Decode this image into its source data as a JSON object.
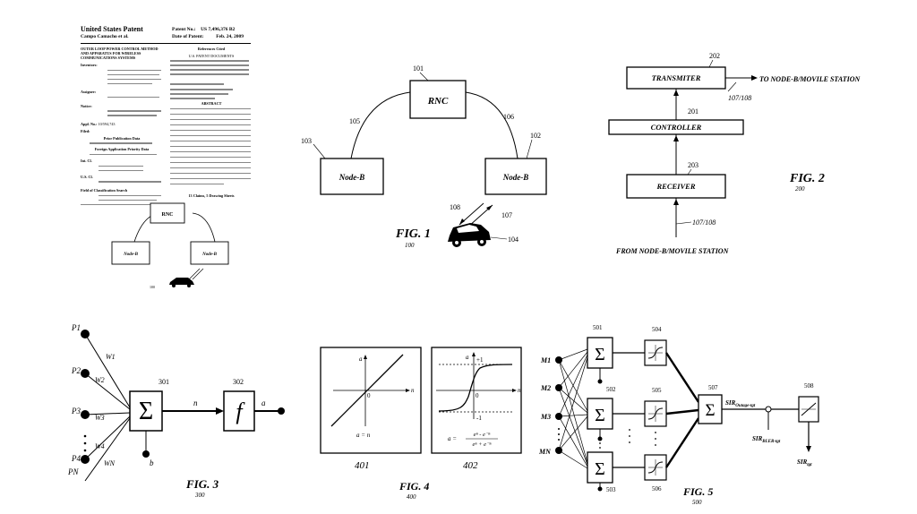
{
  "patent": {
    "office": "United States Patent",
    "inventor": "Campo Camacho et al.",
    "patent_no_label": "Patent No.:",
    "patent_no": "US 7,496,376 B2",
    "date_label": "Date of Patent:",
    "date": "Feb. 24, 2009",
    "title": "OUTER LOOP POWER CONTROL METHOD AND APPARATUS FOR WIRELESS COMMUNICATIONS SYSTEMS",
    "inventors_label": "Inventors:",
    "assignee_label": "Assignee:",
    "notice_label": "Notice:",
    "appl_no_label": "Appl. No.:",
    "appl_no": "10/594,743",
    "filed_label": "Filed:",
    "pub_data_label": "Prior Publication Data",
    "foreign_label": "Foreign Application Priority Data",
    "int_cl_label": "Int. Cl.",
    "us_cl_label": "U.S. Cl.",
    "field_label": "Field of Classification Search",
    "references_label": "References Cited",
    "us_docs_label": "U.S. PATENT DOCUMENTS",
    "abstract_label": "ABSTRACT",
    "claims": "13 Claims, 5 Drawing Sheets"
  },
  "thumb": {
    "rnc": "RNC",
    "nodeb_left": "Node-B",
    "nodeb_right": "Node-B",
    "ref_100": "100"
  },
  "fig1": {
    "rnc": "RNC",
    "nodeb_left": "Node-B",
    "nodeb_right": "Node-B",
    "ref_101": "101",
    "ref_102": "102",
    "ref_103": "103",
    "ref_104": "104",
    "ref_105": "105",
    "ref_106": "106",
    "ref_107": "107",
    "ref_108": "108",
    "caption": "FIG. 1",
    "number": "100"
  },
  "fig2": {
    "transmiter": "TRANSMITER",
    "controller": "CONTROLLER",
    "receiver": "RECEIVER",
    "to_label": "TO NODE-B/MOVILE STATION",
    "from_label": "FROM NODE-B/MOVILE STATION",
    "ref_202": "202",
    "ref_201": "201",
    "ref_203": "203",
    "ref_107_108_top": "107/108",
    "ref_107_108_bottom": "107/108",
    "caption": "FIG. 2",
    "number": "200"
  },
  "fig3": {
    "inputs": [
      "P1",
      "P2",
      "P3",
      "P4",
      "PN"
    ],
    "weights": [
      "W1",
      "W2",
      "W3",
      "W4",
      "WN"
    ],
    "sum_ref": "301",
    "func_ref": "302",
    "func_symbol": "f",
    "n_label": "n",
    "a_label": "a",
    "bias_label": "b",
    "caption": "FIG. 3",
    "number": "300"
  },
  "fig4": {
    "left_eq": "a = n",
    "right_eq_lhs": "a =",
    "right_eq_num": "eⁿ - e⁻ⁿ",
    "right_eq_den": "eⁿ + e⁻ⁿ",
    "plus_one": "+1",
    "minus_one": "-1",
    "axis_a": "a",
    "axis_n": "n",
    "origin": "0",
    "ref_401": "401",
    "ref_402": "402",
    "caption": "FIG. 4",
    "number": "400"
  },
  "fig5": {
    "inputs": [
      "M1",
      "M2",
      "M3",
      "MN"
    ],
    "ref_501": "501",
    "ref_502": "502",
    "ref_503": "503",
    "ref_504": "504",
    "ref_505": "505",
    "ref_506": "506",
    "ref_507": "507",
    "ref_508": "508",
    "sir_outage": "SIR",
    "sir_outage_sub": "Outage-tgt",
    "sir_bler": "SIR",
    "sir_bler_sub": "BLER-tgt",
    "sir_tgt": "SIR",
    "sir_tgt_sub": "tgt",
    "caption": "FIG. 5",
    "number": "500"
  },
  "colors": {
    "ink": "#000000",
    "paper": "#ffffff",
    "greyed_text": "#888888"
  }
}
